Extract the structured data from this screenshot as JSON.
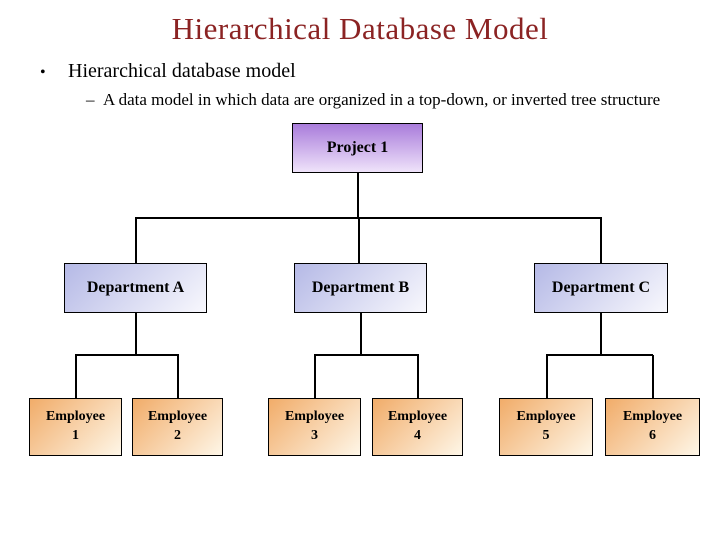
{
  "slide": {
    "title": "Hierarchical Database Model",
    "bullet": {
      "glyph": "•",
      "text": "Hierarchical database model"
    },
    "sub_bullet": {
      "glyph": "–",
      "text": "A data model in which data are organized in a top-down, or inverted tree structure"
    }
  },
  "colors": {
    "background": "#FFFFFF",
    "title_color": "#8B2323",
    "line_color": "#000000",
    "project_grad_top": "#A97CDB",
    "project_grad_bottom": "#EFE3FA",
    "dept_grad_start": "#B5B9E6",
    "dept_grad_end": "#F8F8FD",
    "emp_grad_start": "#F1AC69",
    "emp_grad_end": "#FEF6E7"
  },
  "diagram": {
    "root": {
      "label": "Project 1"
    },
    "departments": [
      {
        "label": "Department A"
      },
      {
        "label": "Department B"
      },
      {
        "label": "Department C"
      }
    ],
    "employees": [
      {
        "name": "Employee",
        "number": "1"
      },
      {
        "name": "Employee",
        "number": "2"
      },
      {
        "name": "Employee",
        "number": "3"
      },
      {
        "name": "Employee",
        "number": "4"
      },
      {
        "name": "Employee",
        "number": "5"
      },
      {
        "name": "Employee",
        "number": "6"
      }
    ]
  }
}
